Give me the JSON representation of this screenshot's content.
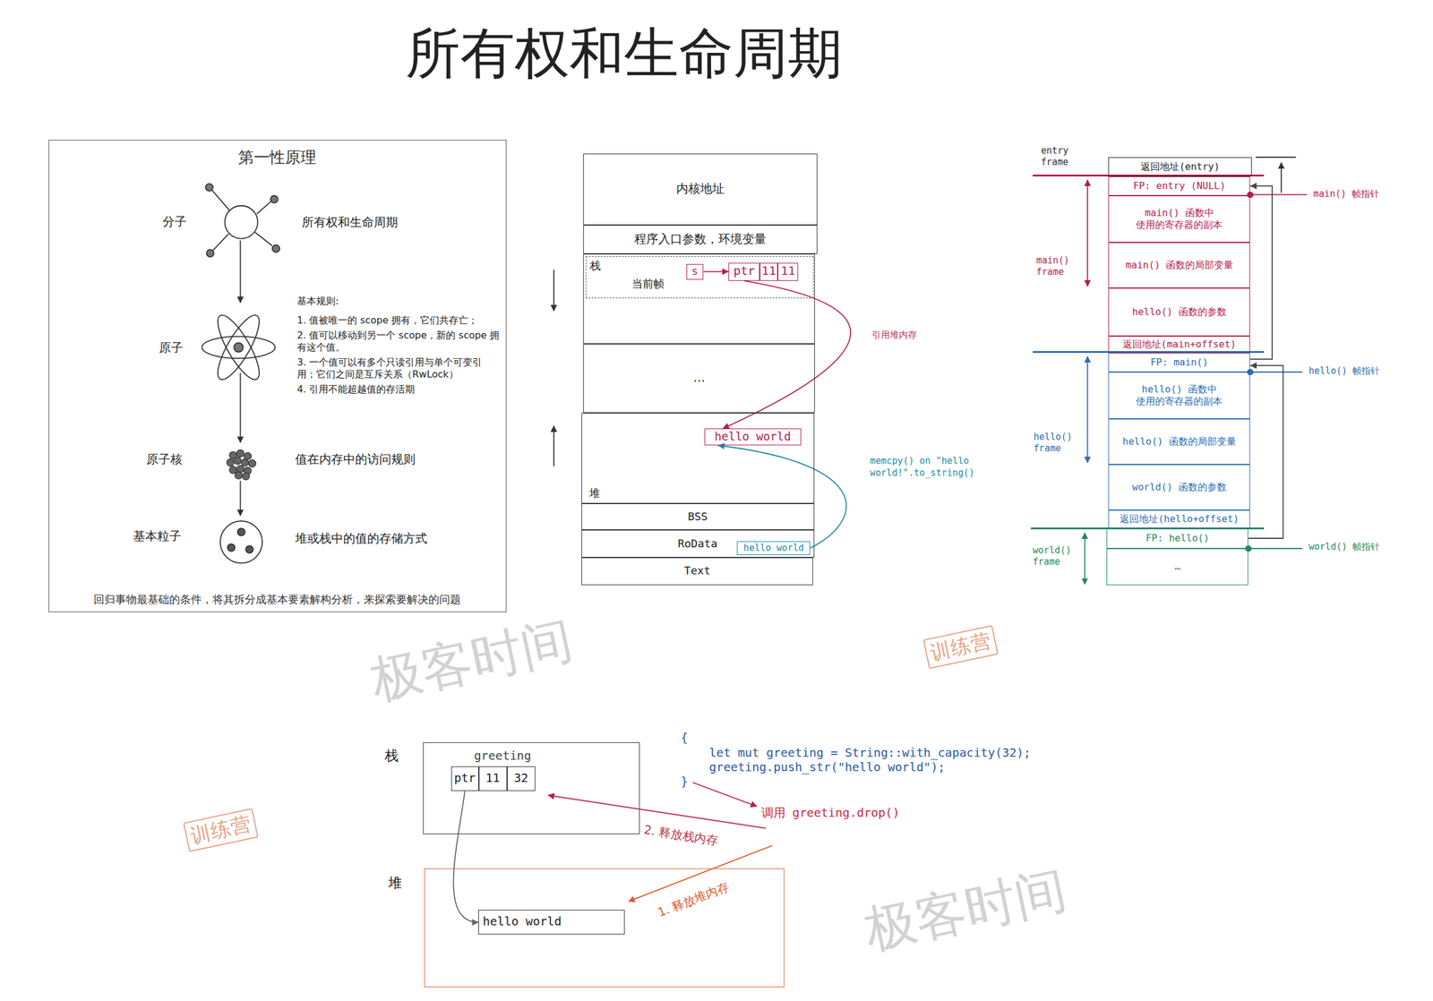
{
  "diagram": {
    "title": "所有权和生命周期",
    "nodes": [
      {
        "text": [
          "第一性原理",
          "回归事物最基础的条件，将其拆分成基本要素解构分析，来探索要解决的问题"
        ]
      },
      {
        "text": [
          "内核地址"
        ]
      },
      {
        "text": [
          "程序入口参数，环境变量"
        ]
      },
      {
        "text": [
          "栈"
        ]
      },
      {
        "text": [
          "当前帧"
        ],
        "in": 3
      },
      {
        "text": [
          "s"
        ],
        "in": 4
      },
      {
        "text": [
          "ptr"
        ],
        "in": 4
      },
      {
        "text": [
          "11"
        ],
        "in": 4
      },
      {
        "text": [
          "11"
        ],
        "in": 4
      },
      {
        "text": [
          "…"
        ]
      },
      {
        "text": [
          "堆"
        ]
      },
      {
        "text": [
          "hello world"
        ],
        "in": 10
      },
      {
        "text": [
          "BSS"
        ]
      },
      {
        "text": [
          "RoData"
        ]
      },
      {
        "text": [
          "hello world"
        ],
        "in": 13
      },
      {
        "text": [
          "Text"
        ]
      },
      {
        "text": [
          "返回地址(entry)"
        ]
      },
      {
        "text": [
          "FP: entry (NULL)"
        ]
      },
      {
        "text": [
          "main() 函数中 使用的寄存器的副本"
        ]
      },
      {
        "text": [
          "main() 函数的局部变量"
        ]
      },
      {
        "text": [
          "hello() 函数的参数"
        ]
      },
      {
        "text": [
          "返回地址(main+offset)"
        ]
      },
      {
        "text": [
          "FP: main()"
        ]
      },
      {
        "text": [
          "hello() 函数中 使用的寄存器的副本"
        ]
      },
      {
        "text": [
          "hello() 函数的局部变量"
        ]
      },
      {
        "text": [
          "world() 函数的参数"
        ]
      },
      {
        "text": [
          "返回地址(hello+offset)"
        ]
      },
      {
        "text": [
          "FP: hello()"
        ]
      },
      {
        "text": [
          "…"
        ]
      },
      {
        "text": [
          "栈",
          "greeting"
        ]
      },
      {
        "text": [
          "ptr"
        ],
        "in": 29
      },
      {
        "text": [
          "11"
        ],
        "in": 29
      },
      {
        "text": [
          "32"
        ],
        "in": 29
      },
      {
        "text": [
          "堆"
        ]
      },
      {
        "text": [
          "hello world"
        ],
        "in": 33
      }
    ],
    "edges": [
      {
        "from": 5,
        "to": 6,
        "arrow": "to"
      },
      {
        "from": 6,
        "to": 11,
        "label": "引用堆内存",
        "arrow": "to"
      },
      {
        "from": 14,
        "to": 11,
        "label": "memcpy() on \"hello world!\".to_string()",
        "arrow": "to"
      },
      {
        "from": 22,
        "to": 17,
        "arrow": "to"
      },
      {
        "from": 27,
        "to": 22,
        "arrow": "to"
      },
      {
        "from": 30,
        "to": 34,
        "arrow": "to"
      }
    ],
    "labels": [
      "分子",
      "所有权和生命周期",
      "基本规则:",
      "1. 值被唯一的 scope 拥有，它们共存亡；",
      "2. 值可以移动到另一个 scope，新的 scope 拥有这个值。",
      "3. 一个值可以有多个只读引用与单个可变引用；它们之间是互斥关系（RwLock）",
      "4. 引用不能超越值的存活期",
      "原子",
      "原子核",
      "值在内存中的访问规则",
      "基本粒子",
      "堆或栈中的值的存储方式",
      "entry frame",
      "main() frame",
      "hello() frame",
      "world() frame",
      "main() 帧指针",
      "hello() 帧指针",
      "world() 帧指针",
      "{",
      "let mut greeting = String::with_capacity(32);",
      "greeting.push_str(\"hello world\");",
      "}",
      "调用 greeting.drop()",
      "2. 释放栈内存",
      "1. 释放堆内存",
      "极客时间",
      "训练营",
      "极客时间",
      "训练营"
    ]
  }
}
